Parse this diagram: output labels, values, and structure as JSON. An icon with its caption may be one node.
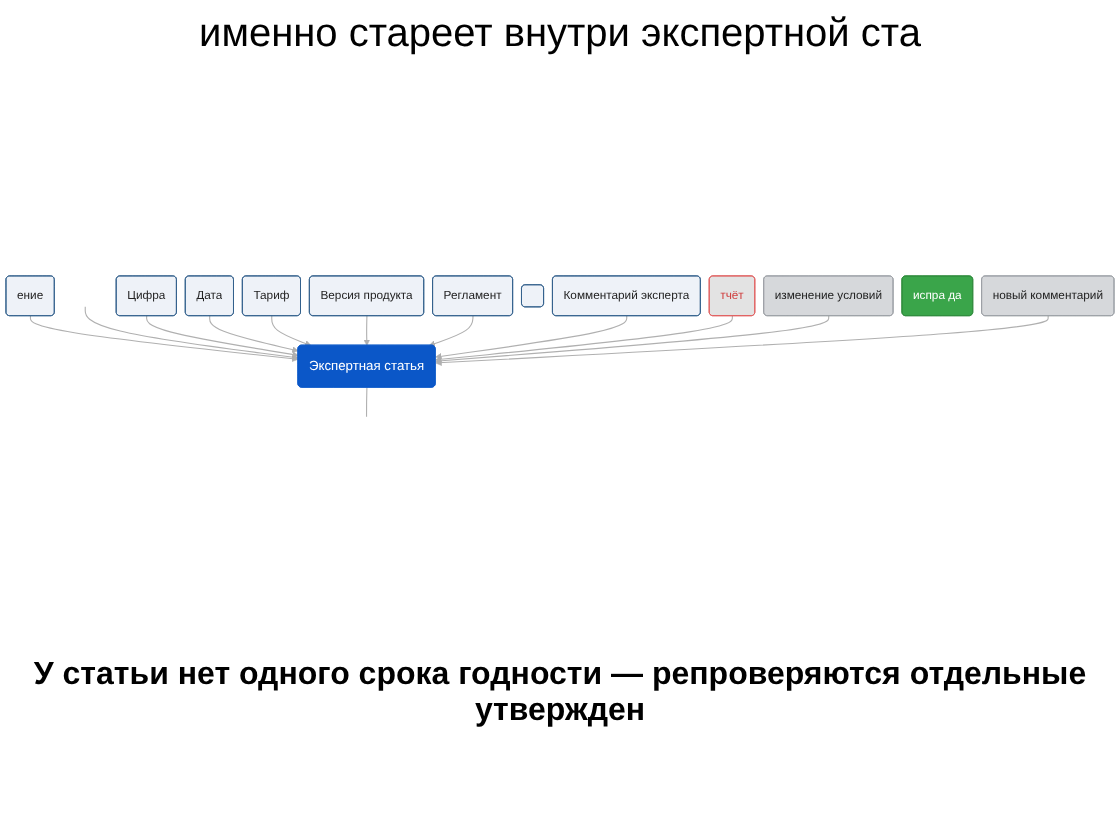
{
  "diagram": {
    "title": "именно стареет внутри экспертной ста",
    "caption": "У статьи нет одного срока годности — репроверяются отдельные утвержден",
    "nodes": [
      {
        "text": [
          "ение"
        ]
      },
      {
        "text": [
          "Цифра"
        ]
      },
      {
        "text": [
          "Дата"
        ]
      },
      {
        "text": [
          "Тариф"
        ]
      },
      {
        "text": [
          "Версия продукта"
        ]
      },
      {
        "text": [
          "Регламент"
        ]
      },
      {
        "text": [
          "Комментарий эксперта"
        ]
      },
      {
        "text": [],
        "shape": "box"
      },
      {
        "text": [
          "тчёт"
        ]
      },
      {
        "text": [
          "Экспертная статья"
        ]
      },
      {
        "text": [
          "изменение условий"
        ]
      },
      {
        "text": [
          "новый комментарий"
        ]
      },
      {
        "text": [
          "испра да"
        ]
      }
    ],
    "edges": [
      {
        "from": 0,
        "to": 9,
        "arrow": "to"
      },
      {
        "from": null,
        "to": 9,
        "arrow": "to"
      },
      {
        "from": 1,
        "to": 9,
        "arrow": "to"
      },
      {
        "from": 2,
        "to": 9,
        "arrow": "to"
      },
      {
        "from": 3,
        "to": 9,
        "arrow": "to"
      },
      {
        "from": 4,
        "to": 9,
        "arrow": "to"
      },
      {
        "from": 5,
        "to": 9,
        "arrow": "to"
      },
      {
        "from": 6,
        "to": 9,
        "arrow": "to"
      },
      {
        "from": 8,
        "to": 9,
        "arrow": "to"
      },
      {
        "from": 10,
        "to": 9,
        "arrow": "to"
      },
      {
        "from": 11,
        "to": 9,
        "arrow": "to"
      },
      {
        "from": 9,
        "to": null,
        "arrow": "none"
      }
    ]
  }
}
